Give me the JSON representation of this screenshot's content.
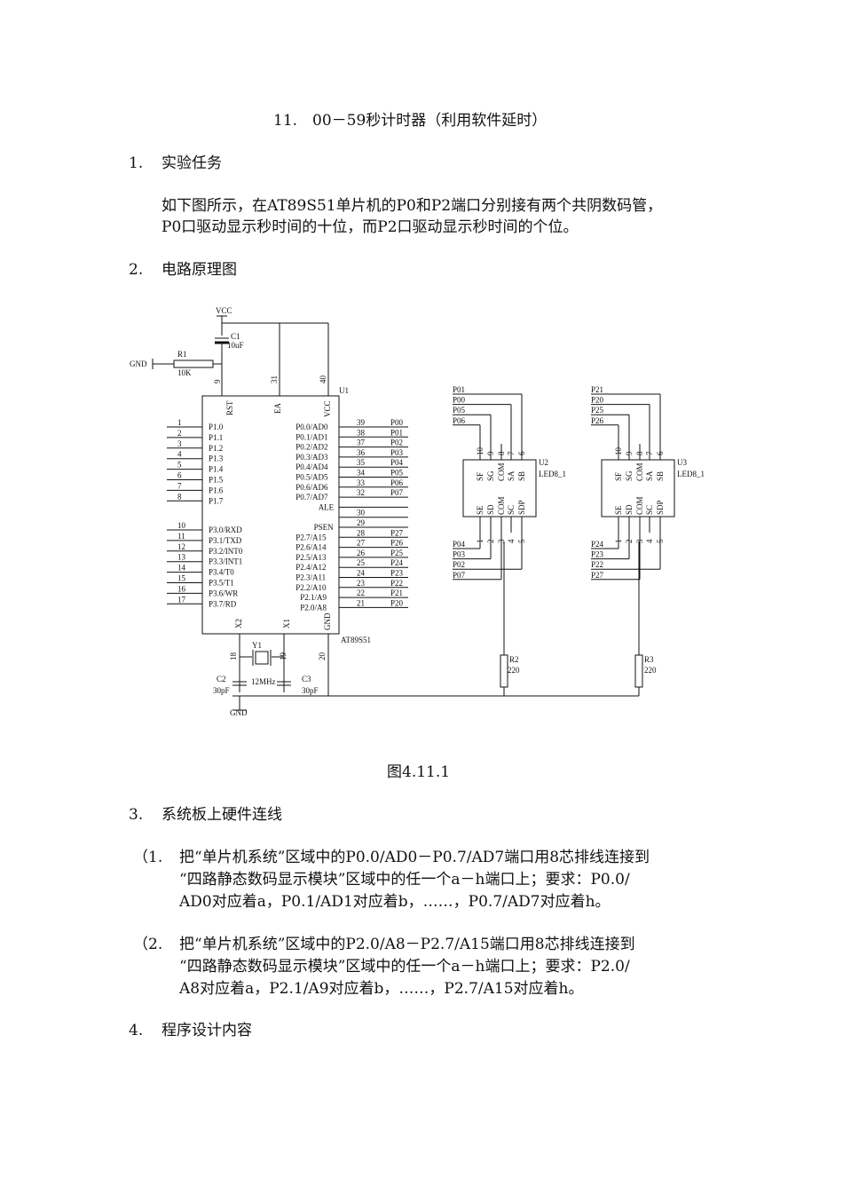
{
  "title": "11.　00－59秒计时器（利用软件延时）",
  "s1": {
    "num": "1.",
    "heading": "实验任务",
    "p1": "如下图所示，在AT89S51单片机的P0和P2端口分别接有两个共阴数码管，",
    "p2": "P0口驱动显示秒时间的十位，而P2口驱动显示秒时间的个位。"
  },
  "s2": {
    "num": "2.",
    "heading": "电路原理图"
  },
  "figure": {
    "caption": "图4.11.1",
    "vcc": "VCC",
    "gnd": "GND",
    "gnd2": "GND",
    "c1": "C1",
    "c1v": "10uF",
    "r1": "R1",
    "r1v": "10K",
    "u1": "U1",
    "chip": "AT89S51",
    "rst": "RST",
    "ea": "EA",
    "vccpin": "VCC",
    "gndpin": "GND",
    "x1": "X1",
    "x2": "X2",
    "pin9": "9",
    "pin31": "31",
    "pin40": "40",
    "pin18": "18",
    "pin19": "19",
    "pin20": "20",
    "y1": "Y1",
    "xtal": "12MHz",
    "c2": "C2",
    "c2v": "30pF",
    "c3": "C3",
    "c3v": "30pF",
    "left_pins": [
      {
        "num": "1",
        "label": "P1.0"
      },
      {
        "num": "2",
        "label": "P1.1"
      },
      {
        "num": "3",
        "label": "P1.2"
      },
      {
        "num": "4",
        "label": "P1.3"
      },
      {
        "num": "5",
        "label": "P1.4"
      },
      {
        "num": "6",
        "label": "P1.5"
      },
      {
        "num": "7",
        "label": "P1.6"
      },
      {
        "num": "8",
        "label": "P1.7"
      },
      {
        "num": "10",
        "label": "P3.0/RXD"
      },
      {
        "num": "11",
        "label": "P3.1/TXD"
      },
      {
        "num": "12",
        "label": "P3.2/INT0"
      },
      {
        "num": "13",
        "label": "P3.3/INT1"
      },
      {
        "num": "14",
        "label": "P3.4/T0"
      },
      {
        "num": "15",
        "label": "P3.5/T1"
      },
      {
        "num": "16",
        "label": "P3.6/WR"
      },
      {
        "num": "17",
        "label": "P3.7/RD"
      }
    ],
    "right_pins": [
      {
        "num": "39",
        "label": "P0.0/AD0",
        "net": "P00"
      },
      {
        "num": "38",
        "label": "P0.1/AD1",
        "net": "P01"
      },
      {
        "num": "37",
        "label": "P0.2/AD2",
        "net": "P02"
      },
      {
        "num": "36",
        "label": "P0.3/AD3",
        "net": "P03"
      },
      {
        "num": "35",
        "label": "P0.4/AD4",
        "net": "P04"
      },
      {
        "num": "34",
        "label": "P0.5/AD5",
        "net": "P05"
      },
      {
        "num": "33",
        "label": "P0.6/AD6",
        "net": "P06"
      },
      {
        "num": "32",
        "label": "P0.7/AD7",
        "net": "P07"
      },
      {
        "num": "",
        "label": "ALE",
        "net": ""
      },
      {
        "num": "30",
        "label": "",
        "net": ""
      },
      {
        "num": "29",
        "label": "PSEN",
        "net": ""
      },
      {
        "num": "28",
        "label": "P2.7/A15",
        "net": "P27"
      },
      {
        "num": "27",
        "label": "P2.6/A14",
        "net": "P26"
      },
      {
        "num": "26",
        "label": "P2.5/A13",
        "net": "P25"
      },
      {
        "num": "25",
        "label": "P2.4/A12",
        "net": "P24"
      },
      {
        "num": "24",
        "label": "P2.3/A11",
        "net": "P23"
      },
      {
        "num": "23",
        "label": "P2.2/A10",
        "net": "P22"
      },
      {
        "num": "22",
        "label": "P2.1/A9",
        "net": "P21"
      },
      {
        "num": "21",
        "label": "P2.0/A8",
        "net": "P20"
      }
    ],
    "led": {
      "seg_top": [
        "SF",
        "SG",
        "COM",
        "SA",
        "SB"
      ],
      "seg_bot": [
        "SE",
        "SD",
        "COM",
        "SC",
        "SDP"
      ],
      "pin_top": [
        "10",
        "9",
        "8",
        "7",
        "6"
      ],
      "pin_bot": [
        "1",
        "2",
        "3",
        "4",
        "5"
      ],
      "u2": "U2",
      "u3": "U3",
      "type": "LED8_1",
      "u2_top_nets": [
        "P01",
        "P00",
        "P05",
        "P06"
      ],
      "u2_bot_nets": [
        "P04",
        "P03",
        "P02",
        "P07"
      ],
      "u3_top_nets": [
        "P21",
        "P20",
        "P25",
        "P26"
      ],
      "u3_bot_nets": [
        "P24",
        "P23",
        "P22",
        "P27"
      ]
    },
    "r2": "R2",
    "r2v": "220",
    "r3": "R3",
    "r3v": "220"
  },
  "s3": {
    "num": "3.",
    "heading": "系统板上硬件连线",
    "i1_num": "（1.",
    "i1_a": "把“单片机系统”区域中的P0.0/AD0－P0.7/AD7端口用8芯排线连接到",
    "i1_b": "“四路静态数码显示模块”区域中的任一个a－h端口上；要求：P0.0/",
    "i1_c": "AD0对应着a，P0.1/AD1对应着b，……，P0.7/AD7对应着h。",
    "i2_num": "（2.",
    "i2_a": "把“单片机系统”区域中的P2.0/A8－P2.7/A15端口用8芯排线连接到",
    "i2_b": "“四路静态数码显示模块”区域中的任一个a－h端口上；要求：P2.0/",
    "i2_c": "A8对应着a，P2.1/A9对应着b，……，P2.7/A15对应着h。"
  },
  "s4": {
    "num": "4.",
    "heading": "程序设计内容"
  }
}
